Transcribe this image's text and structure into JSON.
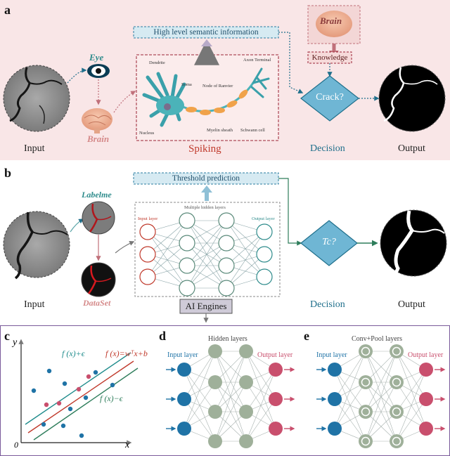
{
  "panel_a": {
    "letter": "a",
    "eye_label": "Eye",
    "brain_label": "Brain",
    "brain_top_label": "Brain",
    "semantic_box": "High level semantic information",
    "knowledge_box": "Knowledge",
    "decision_text": "Crack?",
    "neuron_labels": {
      "dendrite": "Dendrite",
      "soma": "Soma",
      "node": "Node of Ranvier",
      "axon_terminal": "Axon Terminal",
      "nucleus": "Nucleus",
      "myelin": "Myelin sheath",
      "schwann": "Schwann cell"
    },
    "captions": {
      "input": "Input",
      "spiking": "Spiking",
      "decision": "Decision",
      "output": "Output"
    }
  },
  "panel_b": {
    "letter": "b",
    "labelme": "Labelme",
    "dataset": "DataSet",
    "threshold_box": "Threshold prediction",
    "input_layer": "Input layer",
    "hidden_layers": "Multiple hidden layers",
    "output_layer": "Output layer",
    "decision_text": "Tc?",
    "ai_engines": "AI Engines",
    "captions": {
      "input": "Input",
      "decision": "Decision",
      "output": "Output"
    }
  },
  "panel_c": {
    "letter": "c",
    "y_axis": "y",
    "x_axis": "x",
    "origin": "0",
    "upper_line": "f (x)+ϵ",
    "middle_line": "f (x)=wᵀx+b",
    "lower_line": "f (x)−ϵ"
  },
  "panel_d": {
    "letter": "d",
    "hidden_layers": "Hidden layers",
    "input_layer": "Input layer",
    "output_layer": "Output layer"
  },
  "panel_e": {
    "letter": "e",
    "conv_layers": "Conv+Pool layers",
    "input_layer": "Input layer",
    "output_layer": "Output layer"
  },
  "colors": {
    "panel_a_bg": "#f9e6e7",
    "panel_b_bg": "#e2f0f5",
    "spiking_red": "#c0392b",
    "decision_blue": "#1f6f8b",
    "node_blue": "#1f73a6",
    "node_gray": "#9fb09a",
    "node_pink": "#c94f6d",
    "diamond_fill": "#6fb6d4",
    "teal_text": "#2f8c8c"
  }
}
